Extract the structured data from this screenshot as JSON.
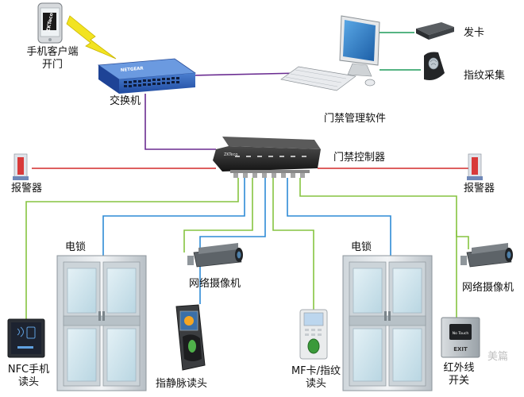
{
  "labels": {
    "mobile_app": [
      "手机客户端",
      "开门"
    ],
    "switch": "交换机",
    "software": "门禁管理软件",
    "card_issuer": "发卡",
    "fingerprint_enroll": "指纹采集",
    "controller": "门禁控制器",
    "alarm_left": "报警器",
    "alarm_right": "报警器",
    "lock_left": "电锁",
    "lock_right": "电锁",
    "camera_left": "网络摄像机",
    "camera_right": "网络摄像机",
    "nfc_reader": [
      "NFC手机",
      "读头"
    ],
    "vein_reader": "指静脉读头",
    "mf_reader": [
      "MF卡/指纹",
      "读头"
    ],
    "ir_switch": [
      "红外线",
      "开关"
    ]
  },
  "device_text": {
    "phone_brand": "ZKTeco",
    "switch_brand": "NETGEAR",
    "exit_button": "EXIT",
    "exit_top": "No Touch",
    "controller_brand": "ZKTeco"
  },
  "watermark": "美篇",
  "colors": {
    "wire_red": "#d42a2a",
    "wire_purple": "#6a2c91",
    "wire_green": "#86c440",
    "wire_blue": "#2e8bd6",
    "wire_dkgreen": "#1f9c5a",
    "lightning": "#f2e321"
  }
}
